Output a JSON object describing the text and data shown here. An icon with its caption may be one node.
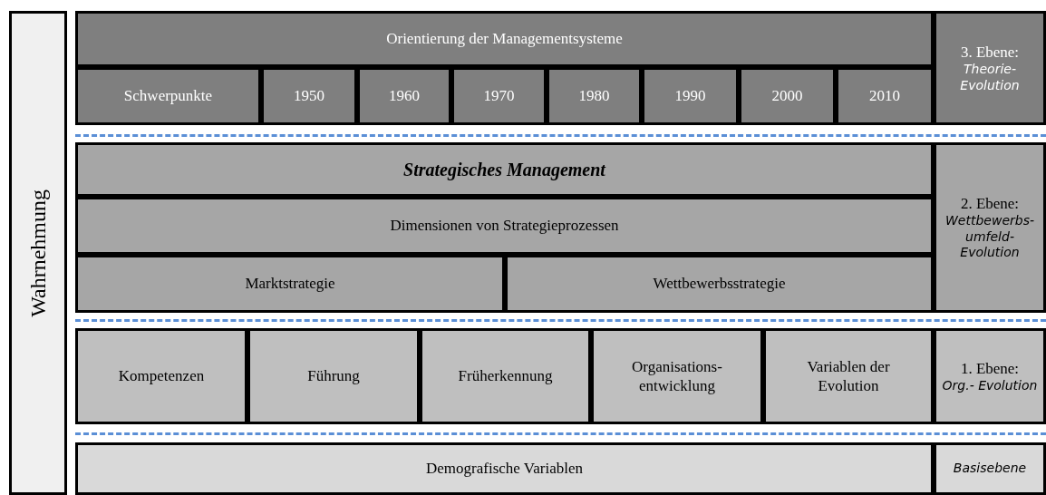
{
  "diagram": {
    "nodes": [
      {
        "text": [
          "Wahrnehmung"
        ]
      },
      {
        "text": [
          "Orientierung der Managementsysteme"
        ]
      },
      {
        "text": [
          "3. Ebene:",
          "Theorie- Evolution"
        ]
      },
      {
        "text": [
          "Schwerpunkte"
        ]
      },
      {
        "text": [
          "1950"
        ]
      },
      {
        "text": [
          "1960"
        ]
      },
      {
        "text": [
          "1970"
        ]
      },
      {
        "text": [
          "1980"
        ]
      },
      {
        "text": [
          "1990"
        ]
      },
      {
        "text": [
          "2000"
        ]
      },
      {
        "text": [
          "2010"
        ]
      },
      {
        "text": [
          "Strategisches Management"
        ]
      },
      {
        "text": [
          "2. Ebene:",
          "Wettbewerbs- umfeld- Evolution"
        ]
      },
      {
        "text": [
          "Dimensionen von Strategieprozessen"
        ]
      },
      {
        "text": [
          "Marktstrategie"
        ]
      },
      {
        "text": [
          "Wettbewerbsstrategie"
        ]
      },
      {
        "text": [
          "Kompetenzen"
        ]
      },
      {
        "text": [
          "Führung"
        ]
      },
      {
        "text": [
          "Früherkennung"
        ]
      },
      {
        "text": [
          "Organisations- entwicklung"
        ]
      },
      {
        "text": [
          "Variablen der Evolution"
        ]
      },
      {
        "text": [
          "1. Ebene:",
          "Org.- Evolution"
        ]
      },
      {
        "text": [
          "Demografische Variablen"
        ]
      },
      {
        "text": [
          "Basisebene"
        ]
      }
    ]
  }
}
